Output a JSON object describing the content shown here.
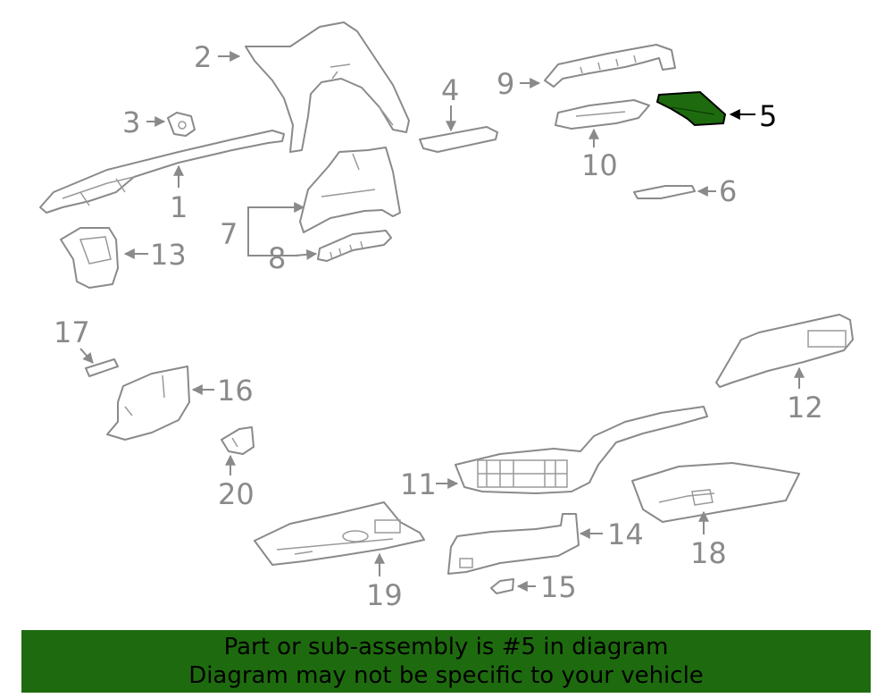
{
  "highlight": {
    "part_number": "5",
    "color": "#1e6b0f"
  },
  "callouts": {
    "c1": "1",
    "c2": "2",
    "c3": "3",
    "c4": "4",
    "c5": "5",
    "c6": "6",
    "c7": "7",
    "c8": "8",
    "c9": "9",
    "c10": "10",
    "c11": "11",
    "c12": "12",
    "c13": "13",
    "c14": "14",
    "c15": "15",
    "c16": "16",
    "c17": "17",
    "c18": "18",
    "c19": "19",
    "c20": "20"
  },
  "banner": {
    "line1": "Part or sub-assembly is #5 in diagram",
    "line2": "Diagram may not be specific to your vehicle",
    "background": "#1e6b0f"
  }
}
